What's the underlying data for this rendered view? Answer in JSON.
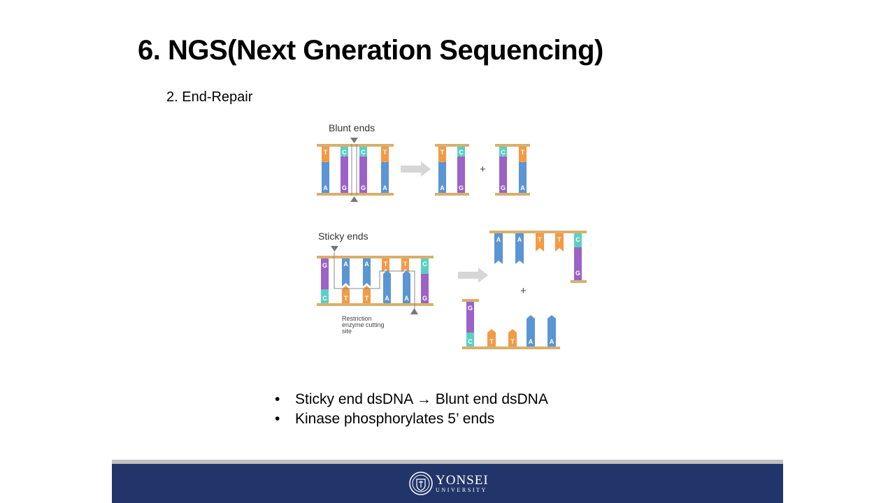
{
  "slide": {
    "title": "6. NGS(Next Gneration Sequencing)",
    "subtitle": "2. End-Repair"
  },
  "diagram": {
    "blunt_label": "Blunt ends",
    "sticky_label": "Sticky ends",
    "cut_site_label": [
      "Restriction",
      "enzyme cutting",
      "site"
    ],
    "plus": "+",
    "bases": {
      "T": "T",
      "C": "C",
      "A": "A",
      "G": "G"
    },
    "colors": {
      "T": "#f39a45",
      "C": "#5ccfc4",
      "A": "#5b95d3",
      "G": "#9b62c7",
      "rail": "#d7b06d",
      "arrow": "#d6d6d6",
      "cut": "#777777"
    }
  },
  "bullets": [
    {
      "symbol": "•",
      "text": "Sticky end dsDNA → Blunt end dsDNA"
    },
    {
      "symbol": "•",
      "text": "Kinase phosphorylates 5’ ends"
    }
  ],
  "footer": {
    "logo_name": "YONSEI",
    "logo_sub": "UNIVERSITY",
    "color": "#22356b"
  }
}
